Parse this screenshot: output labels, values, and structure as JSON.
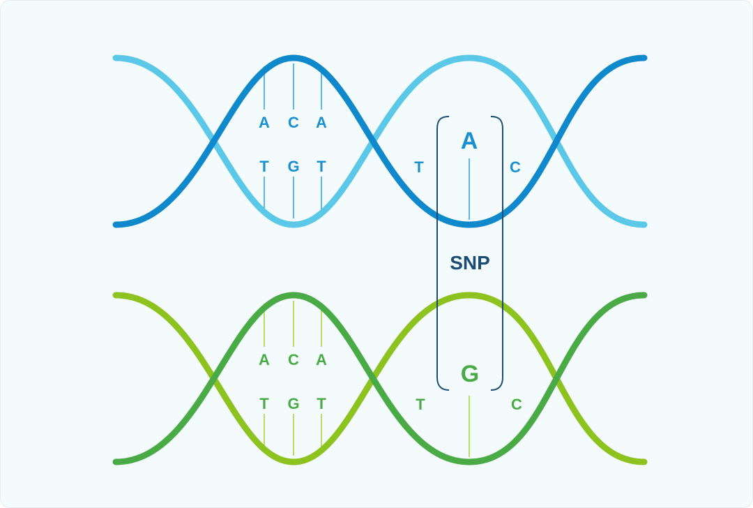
{
  "helix_top": {
    "colors": {
      "strand_light": "#5bc8e8",
      "strand_dark": "#0f88cc",
      "rung": "#2aa0dc",
      "letter": "#1a8fd0"
    },
    "upper_bases": [
      "A",
      "C",
      "A"
    ],
    "lower_bases": [
      "T",
      "G",
      "T"
    ],
    "left_flank_base": "T",
    "right_flank_base": "C",
    "snp_base": "A"
  },
  "helix_bottom": {
    "colors": {
      "strand_light": "#8dc21f",
      "strand_dark": "#4aaa45",
      "rung": "#a6d12f",
      "letter": "#4aaa45"
    },
    "upper_bases": [
      "A",
      "C",
      "A"
    ],
    "lower_bases": [
      "T",
      "G",
      "T"
    ],
    "left_flank_base": "T",
    "right_flank_base": "C",
    "snp_base": "G"
  },
  "snp_label": "SNP",
  "snp_box_color": "#1c4b73",
  "background": "#f3fbfc"
}
